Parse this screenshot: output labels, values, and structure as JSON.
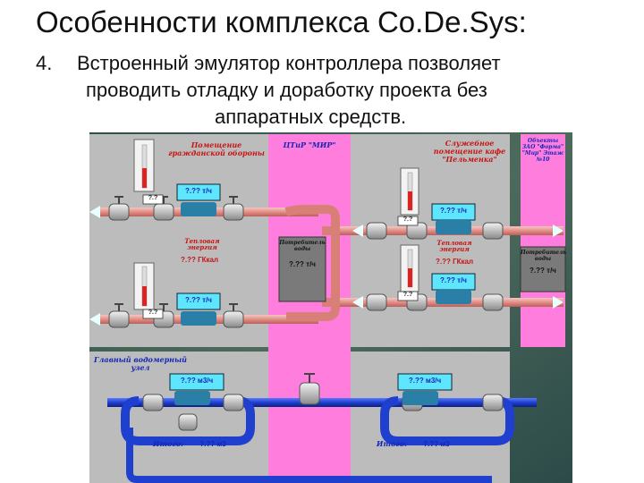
{
  "slide": {
    "title": "Особенности комплекса Co.De.Sys:",
    "bullet_number": "4.",
    "bullet_lines": [
      "Встроенный эмулятор контроллера позволяет",
      "проводить отладку и доработку проекта без",
      "аппаратных средств."
    ]
  },
  "scada": {
    "civil_defense_room": "Помещение гражданской обороны",
    "itr_mir": "ЦТиР \"МИР\"",
    "service_room": "Служебное помещение кафе \"Пельменка\"",
    "object_label": "Объекты ЗАО \"Форма\" \"Мир\" Этаж №10",
    "heat_energy_1": "Тепловая энергия",
    "heat_energy_2": "Тепловая энергия",
    "flow_tph_1": "?.?? т/ч",
    "flow_tph_2": "?.?? т/ч",
    "flow_tph_3": "?.?? т/ч",
    "flow_tph_4": "?.?? т/ч",
    "gcal_1": "?.?? ГКкал",
    "gcal_2": "?.?? ГКкал",
    "gauge_q_1": "?.?",
    "gauge_q_2": "?.?",
    "gauge_q_3": "?.?",
    "gauge_q_4": "?.?",
    "consumer_1": "Потребитель воды",
    "consumer_1_value": "?.?? т/ч",
    "consumer_2": "Потребитель воды",
    "consumer_2_value": "?.?? т/ч",
    "main_meter_unit": "Главный водомерный узел",
    "flow_m3h_1": "?.?? м3/ч",
    "flow_m3h_2": "?.?? м3/ч",
    "total_label_1": "Итого:",
    "total_value_1": "?.?? м3",
    "total_label_2": "Итого:",
    "total_value_2": "?.?? м3"
  },
  "colors": {
    "panel_gray": "#bcbcbc",
    "pink": "#ff7ddc",
    "pipe_pink": "#e8a09a",
    "pipe_blue": "#1f3fcf",
    "meter_cyan": "#5fe6ff",
    "label_blue": "#1428b8",
    "label_red": "#c81414"
  }
}
